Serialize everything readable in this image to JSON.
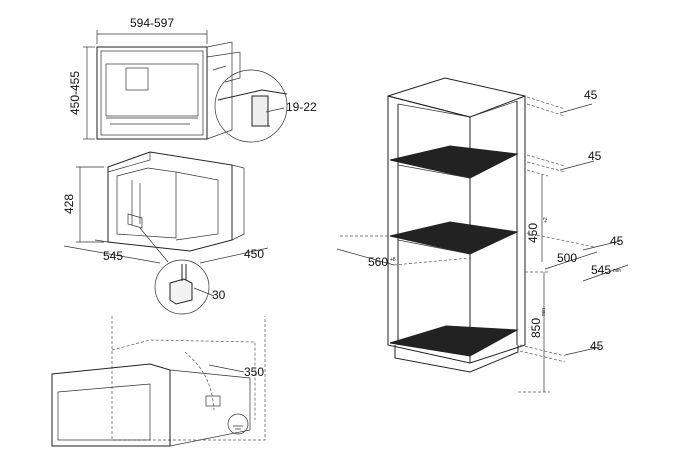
{
  "appliance_front": {
    "width_label": "594-597",
    "height_label": "450-455",
    "detail_label": "19-22"
  },
  "appliance_side": {
    "height_label": "428",
    "width_label": "545",
    "depth_label": "450",
    "detail_label": "30"
  },
  "installation": {
    "offset_label": "350"
  },
  "cabinet": {
    "top_gap_label": "45",
    "shelf_gap_label": "45",
    "niche_height_label": "450",
    "niche_height_sup": "+2",
    "mid_gap_label": "45",
    "inner_width_label": "560",
    "inner_width_sup": "+8",
    "depth_label": "500",
    "depth_min_label": "545",
    "depth_min_sub": "min",
    "base_height_label": "850",
    "base_height_sub": "min",
    "bottom_gap_label": "45"
  },
  "colors": {
    "line": "#222222",
    "shelf": "#1e1e1e"
  }
}
